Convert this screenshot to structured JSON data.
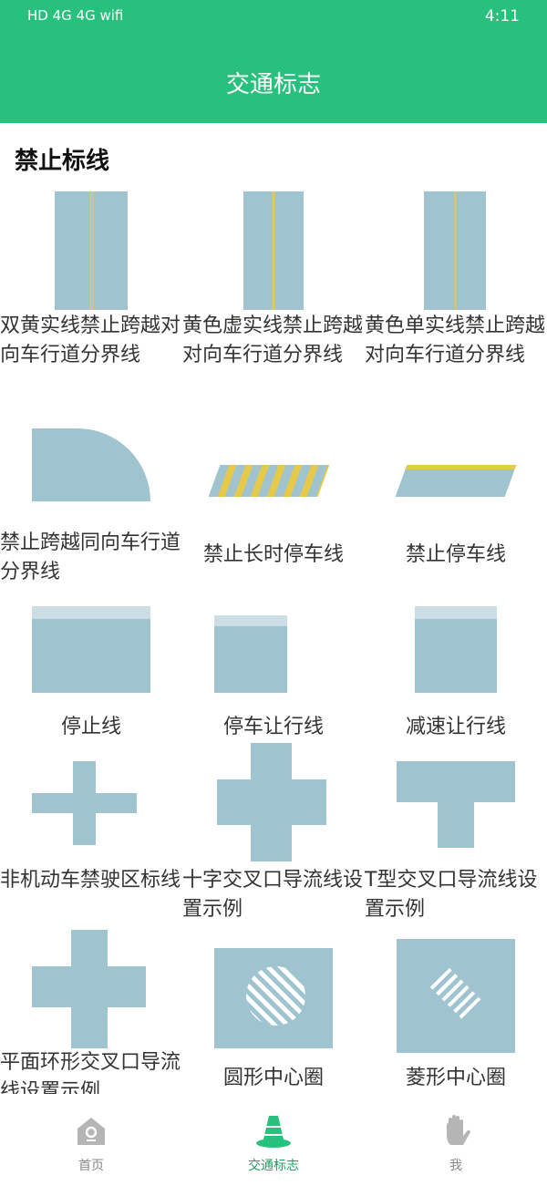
{
  "status": {
    "left": "HD 4G 4G wifi",
    "time": "4:11"
  },
  "header": {
    "title": "交通标志"
  },
  "section": {
    "title": "禁止标线"
  },
  "items": [
    {
      "label": "双黄实线禁止跨越对向车行道分界线"
    },
    {
      "label": "黄色虚实线禁止跨越对向车行道分界线"
    },
    {
      "label": "黄色单实线禁止跨越对向车行道分界线"
    },
    {
      "label": "禁止跨越同向车行道分界线"
    },
    {
      "label": "禁止长时停车线"
    },
    {
      "label": "禁止停车线"
    },
    {
      "label": "停止线"
    },
    {
      "label": "停车让行线"
    },
    {
      "label": "减速让行线"
    },
    {
      "label": "非机动车禁驶区标线"
    },
    {
      "label": "十字交叉口导流线设置示例"
    },
    {
      "label": "T型交叉口导流线设置示例"
    },
    {
      "label": "平面环形交叉口导流线设置示例"
    },
    {
      "label": "圆形中心圈"
    },
    {
      "label": "菱形中心圈"
    }
  ],
  "nav": [
    {
      "label": "首页",
      "icon": "home-icon"
    },
    {
      "label": "交通标志",
      "icon": "traffic-cone-icon",
      "active": true
    },
    {
      "label": "我",
      "icon": "hand-icon"
    }
  ],
  "colors": {
    "primary": "#27c07c",
    "inactive": "#888888"
  }
}
